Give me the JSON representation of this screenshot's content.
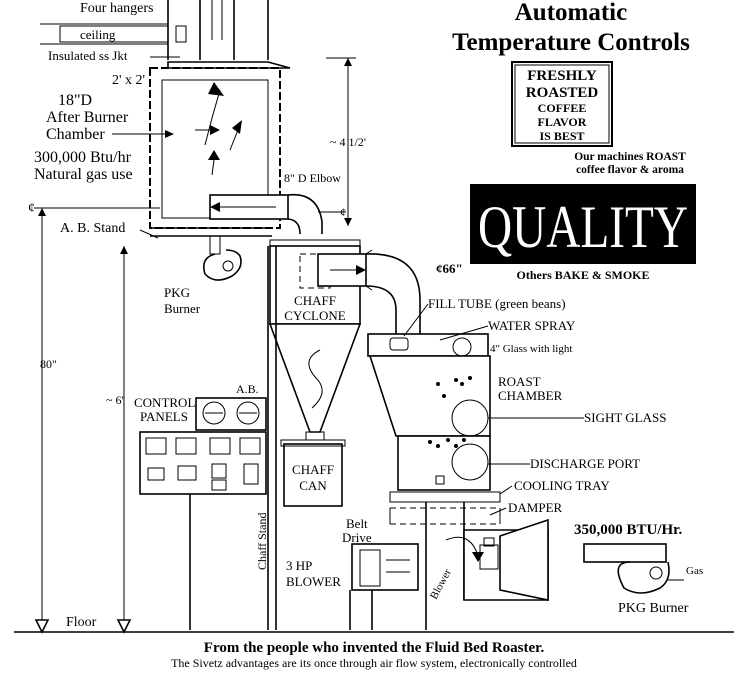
{
  "header": {
    "title_line1": "Automatic",
    "title_line2": "Temperature Controls"
  },
  "flavor_box": {
    "line1": "FRESHLY",
    "line2": "ROASTED",
    "line3": "COFFEE",
    "line4": "FLAVOR",
    "line5": "IS BEST"
  },
  "taglines": {
    "roast_line1": "Our machines ROAST",
    "roast_line2": "coffee flavor & aroma",
    "quality": "QUALITY",
    "bake": "Others BAKE & SMOKE"
  },
  "labels": {
    "four_hangers": "Four hangers",
    "ceiling": "ceiling",
    "insulated_jacket": "Insulated ss Jkt",
    "two_by_two": "2' x 2'",
    "after_burner_1": "18\"D",
    "after_burner_2": "After Burner",
    "after_burner_3": "Chamber",
    "btu_line1": "300,000 Btu/hr",
    "btu_line2": "Natural gas use",
    "height_4_5": "4 1/2'",
    "elbow": "8\" D Elbow",
    "ab_stand": "A. B. Stand",
    "diameter_66": "66\"",
    "pkg_burner_1": "PKG",
    "pkg_burner_2": "Burner",
    "chaff_cyclone_1": "CHAFF",
    "chaff_cyclone_2": "CYCLONE",
    "fill_tube": "FILL TUBE (green beans)",
    "water_spray": "WATER SPRAY",
    "glass_light": "4\" Glass with light",
    "height_80": "80\"",
    "height_6": "6'",
    "control_panels_1": "CONTROL",
    "control_panels_2": "PANELS",
    "ab": "A.B.",
    "roast_chamber_1": "ROAST",
    "roast_chamber_2": "CHAMBER",
    "sight_glass": "SIGHT GLASS",
    "chaff_can_1": "CHAFF",
    "chaff_can_2": "CAN",
    "discharge_port": "DISCHARGE PORT",
    "cooling_tray": "COOLING TRAY",
    "damper": "DAMPER",
    "burner_btu": "350,000 BTU/Hr.",
    "chaff_stand": "Chaff Stand",
    "belt_drive_1": "Belt",
    "belt_drive_2": "Drive",
    "blower_hp_1": "3 HP",
    "blower_hp_2": "BLOWER",
    "blower": "Blower",
    "gas": "Gas",
    "pkg_burner_right": "PKG Burner",
    "floor": "Floor"
  },
  "footer": {
    "headline": "From the people who invented the Fluid Bed Roaster.",
    "body": "The Sivetz advantages are its once through air flow system, electronically controlled"
  }
}
